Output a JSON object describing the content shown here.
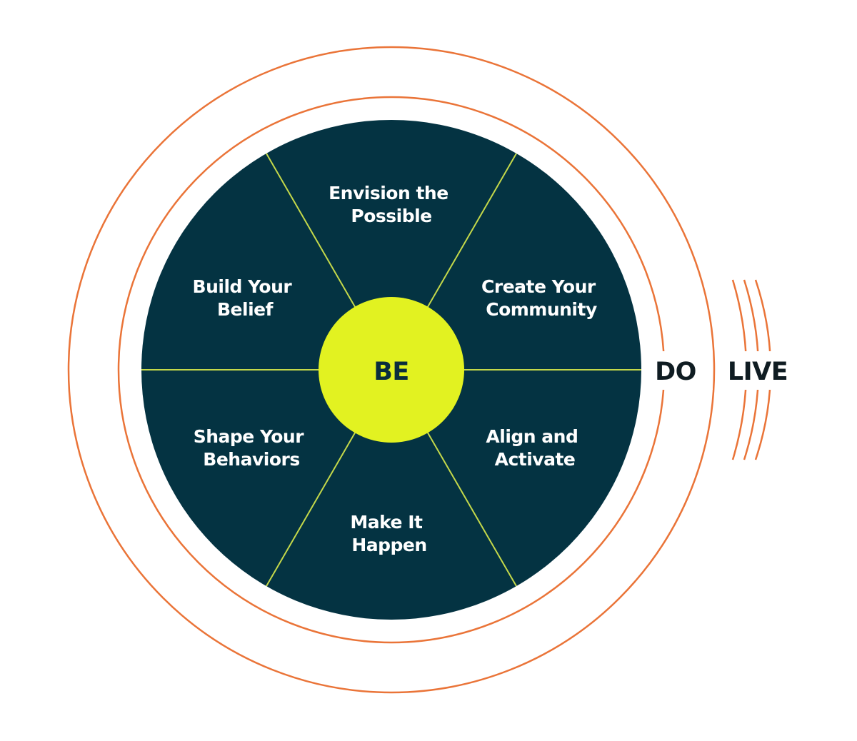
{
  "center": {
    "label": "BE"
  },
  "rings": [
    {
      "label": "DO"
    },
    {
      "label": "LIVE"
    }
  ],
  "segments": [
    {
      "lines": [
        "Envision the",
        "Possible"
      ]
    },
    {
      "lines": [
        "Create Your",
        "Community"
      ]
    },
    {
      "lines": [
        "Align and",
        "Activate"
      ]
    },
    {
      "lines": [
        "Make It",
        "Happen"
      ]
    },
    {
      "lines": [
        "Shape Your",
        "Behaviors"
      ]
    },
    {
      "lines": [
        "Build Your",
        "Belief"
      ]
    }
  ],
  "colors": {
    "wheel": "#043342",
    "center": "#e2f221",
    "divider": "#c5d94a",
    "ring": "#ea7438",
    "ring_text": "#0f1c22"
  }
}
